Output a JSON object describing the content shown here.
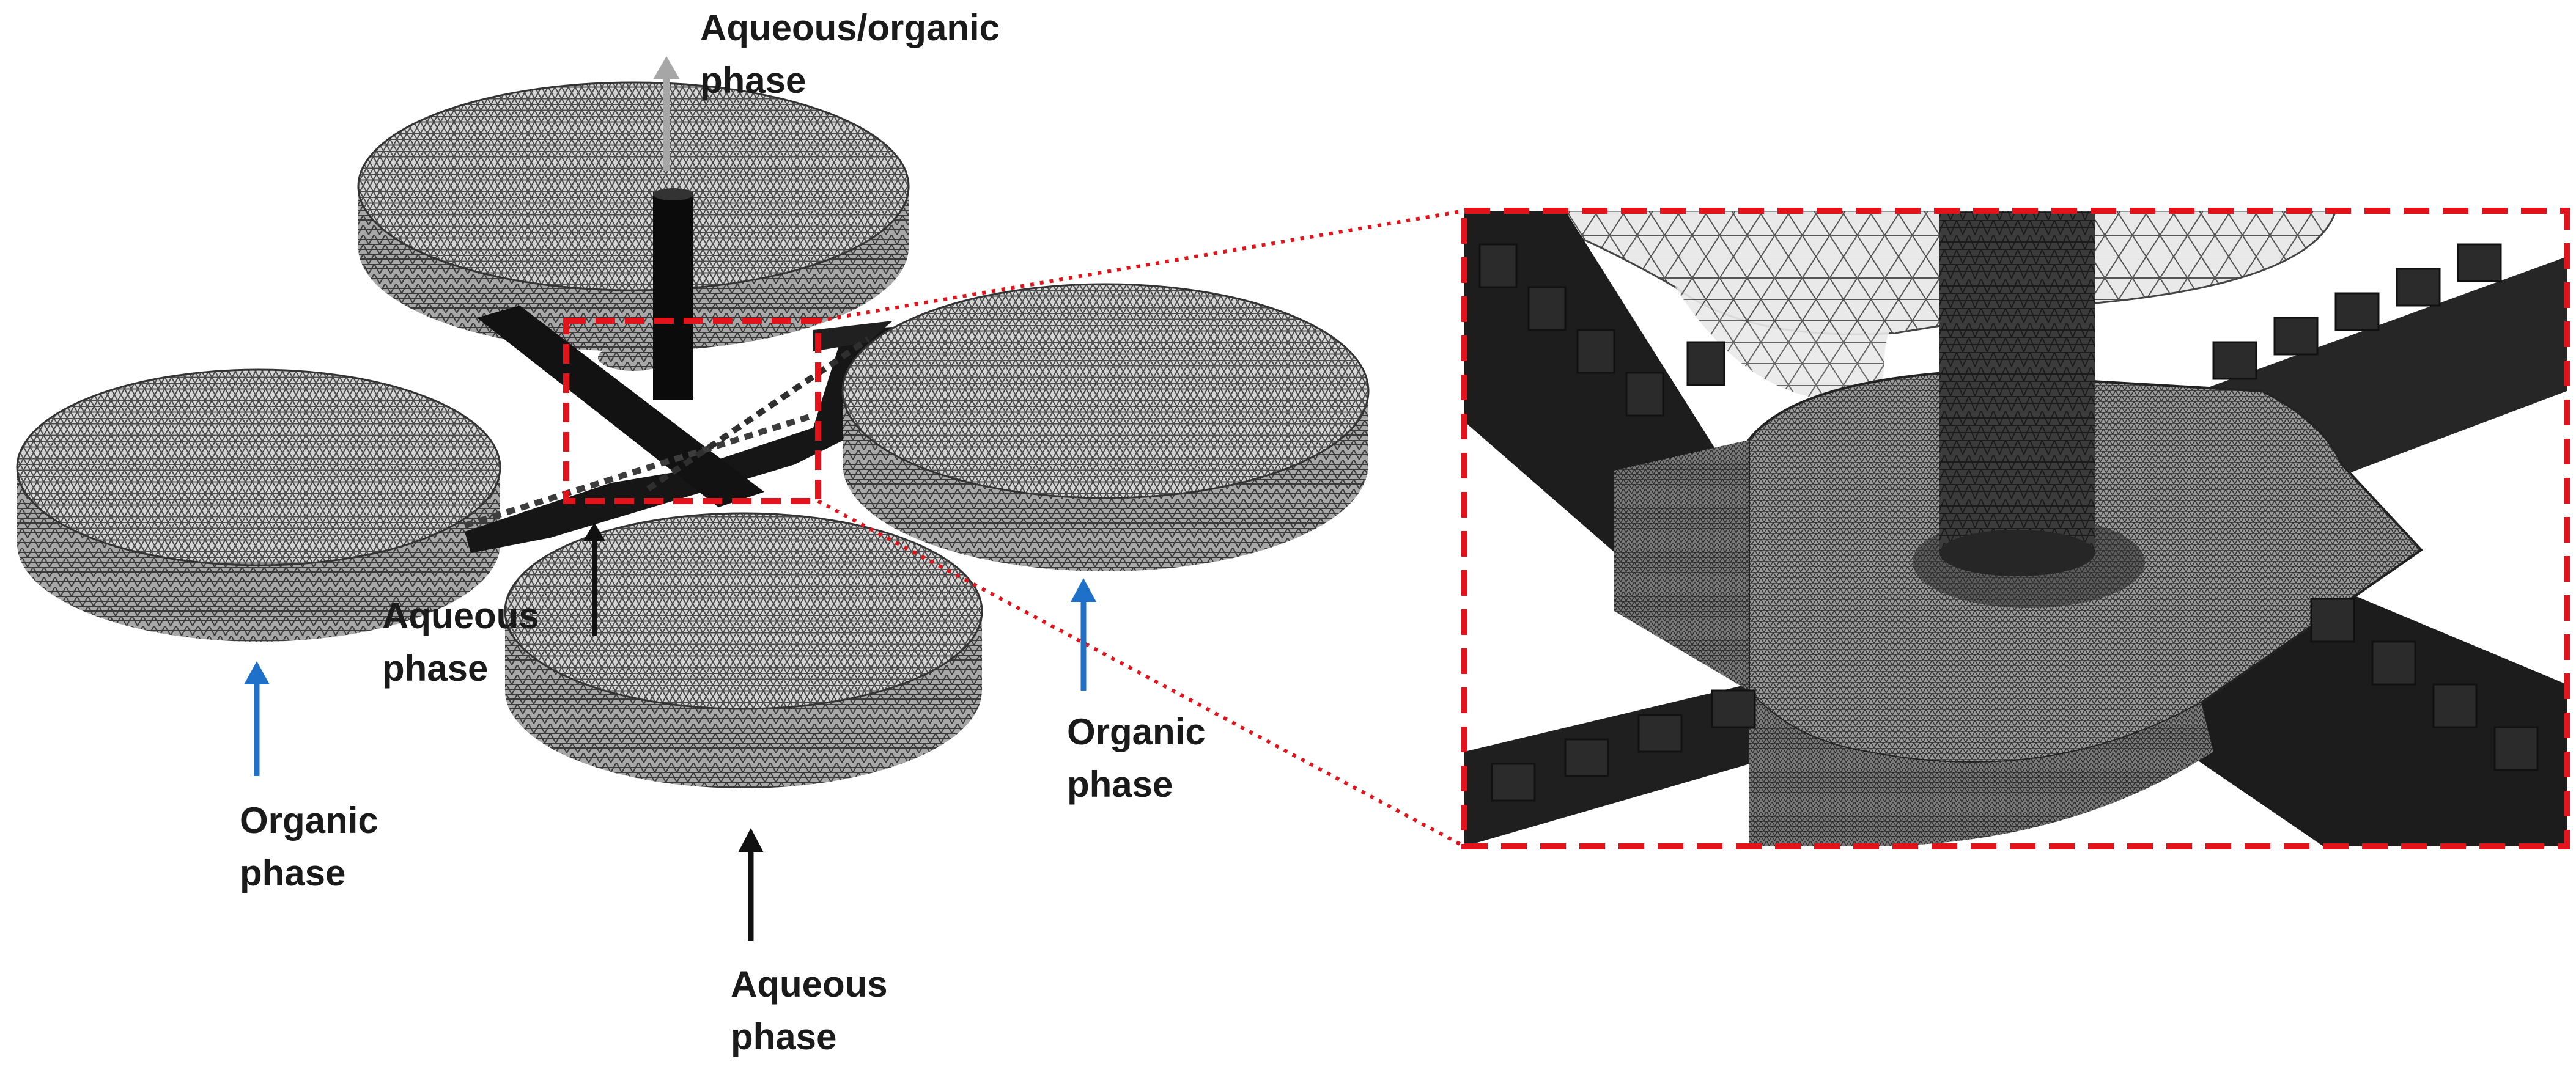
{
  "labels": {
    "outlet_top": [
      "Aqueous/organic",
      "phase"
    ],
    "aqueous_left": [
      "Aqueous",
      "phase"
    ],
    "aqueous_bottom": [
      "Aqueous",
      "phase"
    ],
    "organic_left": [
      "Organic",
      "phase"
    ],
    "organic_right": [
      "Organic",
      "phase"
    ]
  },
  "colors": {
    "zoom_frame": "#e3131b",
    "organic_arrow": "#1f70c9",
    "aqueous_arrow": "#111111",
    "outlet_arrow": "#a6a6a6",
    "mesh_light": "#d2d2d2",
    "mesh_dark": "#2a2a2a"
  }
}
